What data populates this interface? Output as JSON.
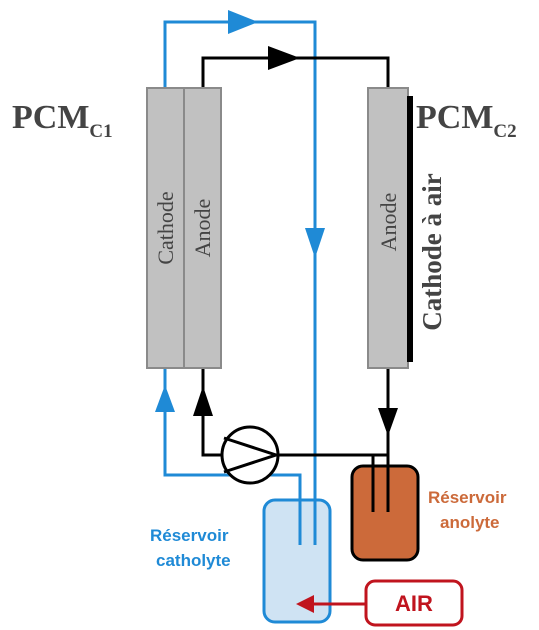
{
  "pcm_c1": {
    "main": "PCM",
    "sub": "C1"
  },
  "pcm_c2": {
    "main": "PCM",
    "sub": "C2"
  },
  "cell1": {
    "cathode_label": "Cathode",
    "anode_label": "Anode"
  },
  "cell2": {
    "anode_label": "Anode",
    "air_cathode_label": "Cathode à air"
  },
  "reservoir_catholyte": {
    "line1": "Réservoir",
    "line2": "catholyte"
  },
  "reservoir_anolyte": {
    "line1": "Réservoir",
    "line2": "anolyte"
  },
  "air_input": {
    "label": "AIR"
  },
  "icons": {
    "pump": "pump-icon",
    "flow_arrow": "flow-arrow-icon"
  },
  "colors": {
    "catholyte_loop": "#1f8ad6",
    "anolyte_loop": "#000000",
    "anolyte_reservoir": "#cc6a3a",
    "catholyte_reservoir": "#cfe3f3",
    "air": "#c0141e",
    "electrode": "#c1c1c1"
  }
}
